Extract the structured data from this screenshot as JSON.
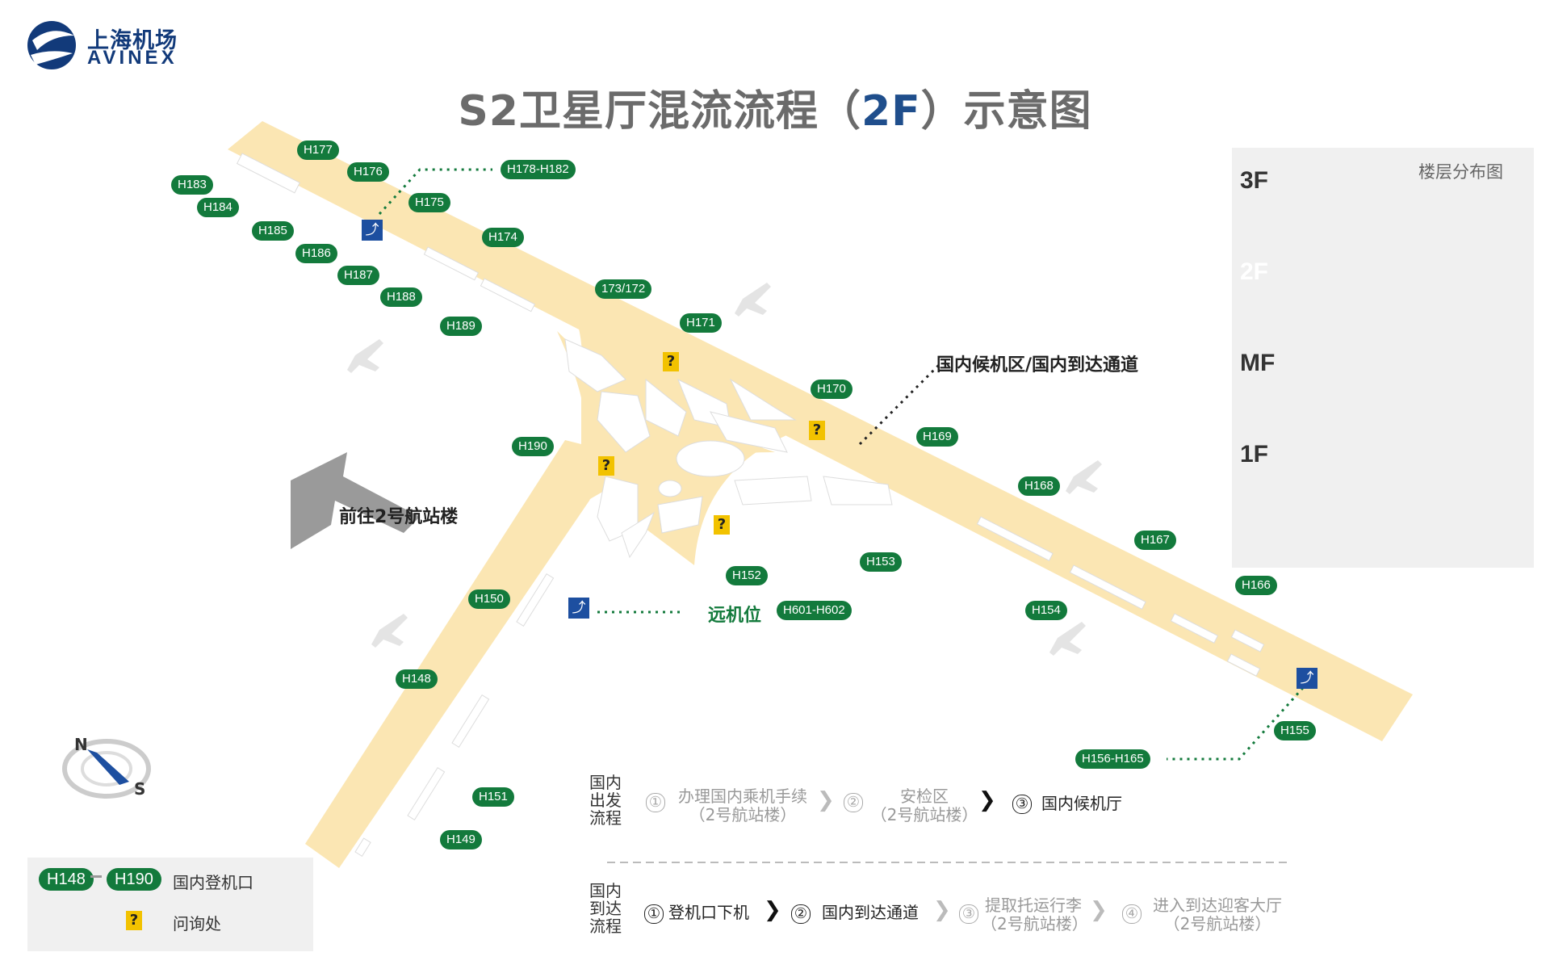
{
  "logo": {
    "name_cn": "上海机场",
    "name_en": "AVINEX"
  },
  "title": {
    "main": "S2卫星厅混流流程（",
    "highlight": "2F",
    "end": "）示意图"
  },
  "gates": {
    "H177": "H177",
    "H176": "H176",
    "H178_182": "H178-H182",
    "H183": "H183",
    "H184": "H184",
    "H175": "H175",
    "H185": "H185",
    "H174": "H174",
    "H186": "H186",
    "H187": "H187",
    "H188": "H188",
    "H173_172": "173/172",
    "H189": "H189",
    "H171": "H171",
    "H170": "H170",
    "H169": "H169",
    "H190": "H190",
    "H168": "H168",
    "H167": "H167",
    "H153": "H153",
    "H152": "H152",
    "H150": "H150",
    "H601_602": "H601-H602",
    "H154": "H154",
    "H166": "H166",
    "H148": "H148",
    "H155": "H155",
    "H156_165": "H156-H165",
    "H151": "H151",
    "H149": "H149"
  },
  "callouts": {
    "domestic_waiting": "国内候机区/国内到达通道",
    "to_t2": "前往2号航站楼",
    "remote_stand": "远机位"
  },
  "floors": {
    "title": "楼层分布图",
    "levels": [
      "3F",
      "2F",
      "MF",
      "1F"
    ],
    "active": "2F",
    "active_color": "#6e7bbf"
  },
  "legend": {
    "gate_from": "H148",
    "gate_to": "H190",
    "gate_text": "国内登机口",
    "info_mark": "?",
    "info_text": "问询处"
  },
  "compass": {
    "n": "N",
    "s": "S"
  },
  "departure_flow": {
    "label": "国内出发流程",
    "steps": [
      {
        "num": "①",
        "line1": "办理国内乘机手续",
        "line2": "（2号航站楼）",
        "state": "dim"
      },
      {
        "num": "②",
        "line1": "安检区",
        "line2": "（2号航站楼）",
        "state": "dim"
      },
      {
        "num": "③",
        "line1": "国内候机厅",
        "line2": "",
        "state": "dark"
      }
    ]
  },
  "arrival_flow": {
    "label": "国内到达流程",
    "steps": [
      {
        "num": "①",
        "line1": "登机口下机",
        "line2": "",
        "state": "dark"
      },
      {
        "num": "②",
        "line1": "国内到达通道",
        "line2": "",
        "state": "dark"
      },
      {
        "num": "③",
        "line1": "提取托运行李",
        "line2": "（2号航站楼）",
        "state": "dim"
      },
      {
        "num": "④",
        "line1": "进入到达迎客大厅",
        "line2": "（2号航站楼）",
        "state": "dim"
      }
    ]
  },
  "colors": {
    "terminal": "#fbe6b3",
    "gate_green": "#137a3c",
    "escalator_blue": "#1d4fa0",
    "info_yellow": "#f2c200",
    "title_blue": "#1f4e8c"
  },
  "icons": [
    "escalator-icon",
    "question-icon",
    "plane-icon",
    "compass-icon",
    "logo-icon",
    "arrow-icon"
  ]
}
